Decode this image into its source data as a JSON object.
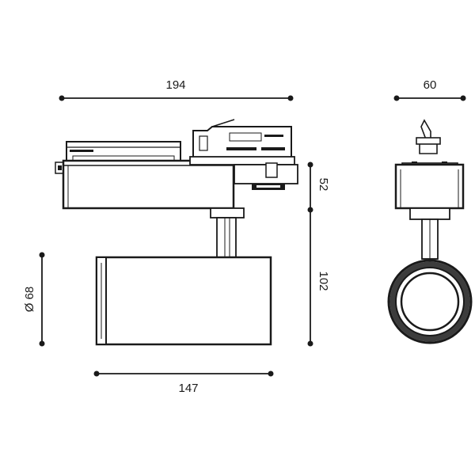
{
  "dimensions": {
    "overall_width": "194",
    "side_width": "60",
    "adapter_height": "52",
    "head_height": "102",
    "diameter": "Ø 68",
    "head_length": "147"
  },
  "colors": {
    "ink": "#1a1a1a",
    "background": "#ffffff"
  }
}
